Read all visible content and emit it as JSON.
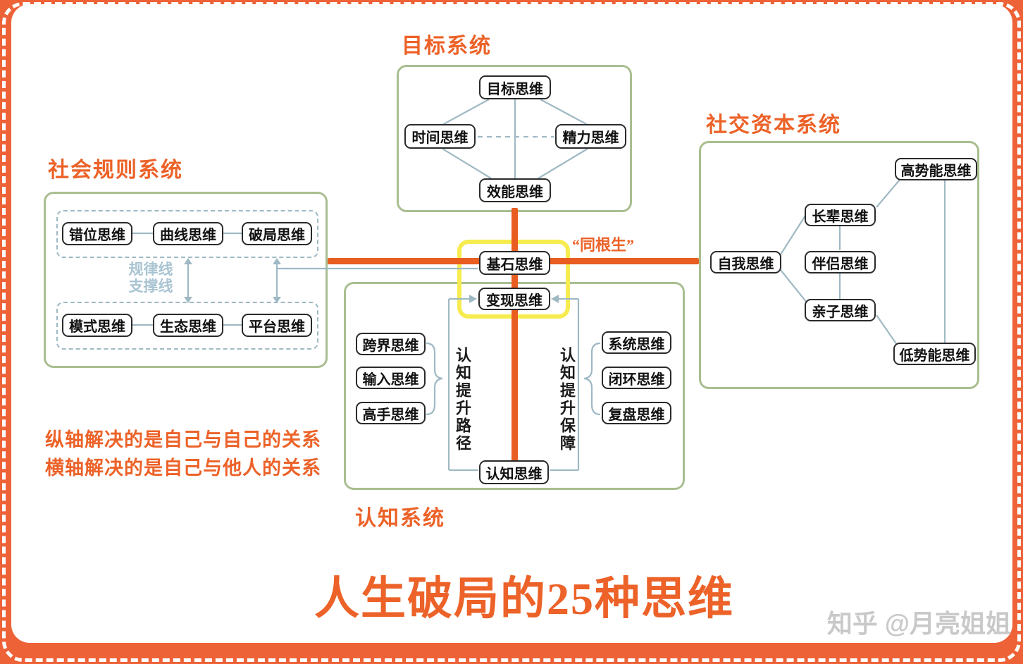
{
  "colors": {
    "accent_orange": "#EC6228",
    "axis_orange": "#E85D20",
    "frame_orange": "#EE6237",
    "box_green": "#A9BE90",
    "connector_blue": "#9FB9C4",
    "highlight_yellow": "#F6EC4F",
    "label_lightblue": "#A9C4D2",
    "watermark_gray": "#C9C9C9"
  },
  "goal_system": {
    "title": "目标系统",
    "top": "目标思维",
    "left": "时间思维",
    "right": "精力思维",
    "bottom": "效能思维"
  },
  "social_rules_system": {
    "title": "社会规则系统",
    "row1": [
      "错位思维",
      "曲线思维",
      "破局思维"
    ],
    "row2": [
      "模式思维",
      "生态思维",
      "平台思维"
    ],
    "axis_labels": [
      "规律线",
      "支撑线"
    ]
  },
  "social_capital_system": {
    "title": "社交资本系统",
    "high": "高势能思维",
    "elder": "长辈思维",
    "self": "自我思维",
    "partner": "伴侣思维",
    "child": "亲子思维",
    "low": "低势能思维"
  },
  "core": {
    "keystone": "基石思维",
    "monetize": "变现思维",
    "quote": "“同根生”"
  },
  "cognition_system": {
    "title": "认知系统",
    "left_items": [
      "跨界思维",
      "输入思维",
      "高手思维"
    ],
    "left_label": "认知提升路径",
    "right_items": [
      "系统思维",
      "闭环思维",
      "复盘思维"
    ],
    "right_label": "认知提升保障",
    "bottom": "认知思维"
  },
  "notes": [
    "纵轴解决的是自己与自己的关系",
    "横轴解决的是自己与他人的关系"
  ],
  "footer": {
    "main_title": "人生破局的25种思维",
    "watermark": "知乎 @月亮姐姐"
  }
}
